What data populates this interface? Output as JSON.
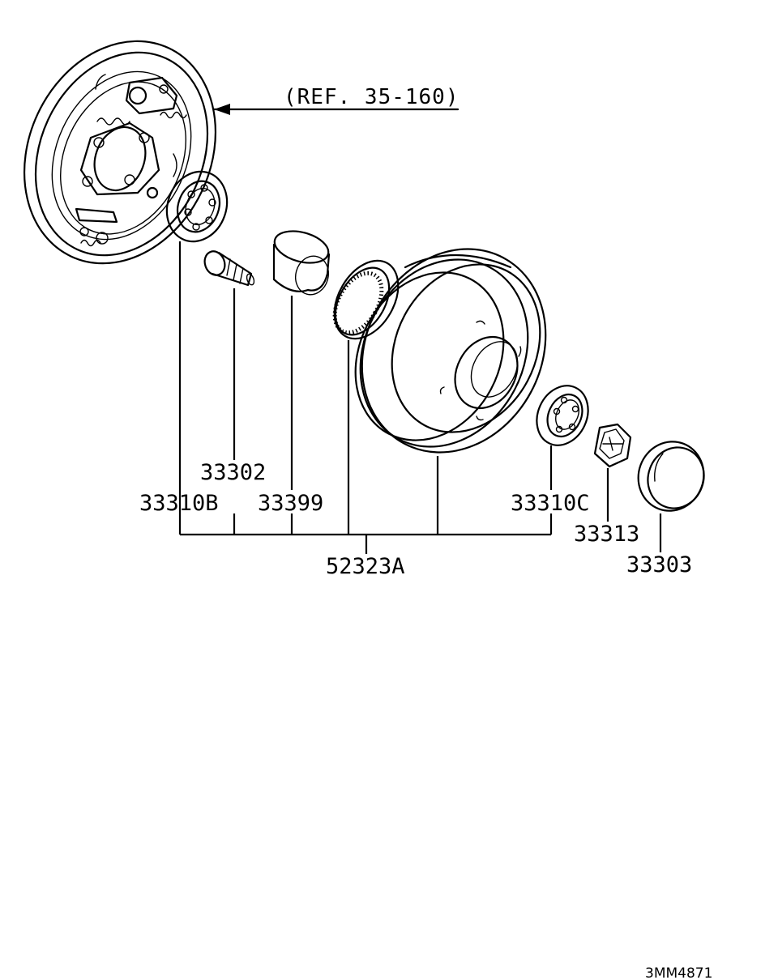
{
  "reference": "(REF. 35-160)",
  "parts": {
    "p33302": "33302",
    "p33310B": "33310B",
    "p33399": "33399",
    "p33310C": "33310C",
    "p33313": "33313",
    "p33303": "33303",
    "p52323A": "52323A"
  },
  "diagram_code": "3MM4871"
}
